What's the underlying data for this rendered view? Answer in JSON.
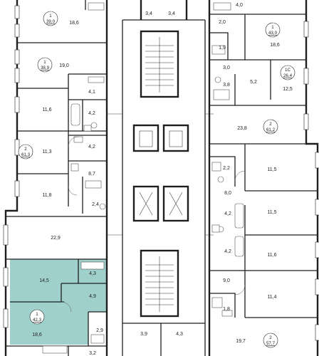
{
  "colors": {
    "highlight": "#9fd0cc",
    "wall": "#1e1e1e"
  },
  "apartments": [
    {
      "id": "apt-left-1",
      "number": "1",
      "area": "39,0"
    },
    {
      "id": "apt-left-2",
      "number": "1",
      "area": "38,9"
    },
    {
      "id": "apt-left-3",
      "number": "2",
      "area": "61,3"
    },
    {
      "id": "apt-left-4",
      "number": "1",
      "area": "42,3",
      "highlighted": true
    },
    {
      "id": "apt-right-1",
      "number": "1",
      "area": "43,0"
    },
    {
      "id": "apt-right-2",
      "number": "1С",
      "area": "26,4"
    },
    {
      "id": "apt-right-3",
      "number": "2",
      "area": "61,2"
    },
    {
      "id": "apt-right-4",
      "number": "2",
      "area": "57,7"
    }
  ],
  "rooms": [
    "18,6",
    "19,0",
    "4,1",
    "11,6",
    "4,2",
    "4,2",
    "11,3",
    "8,7",
    "11,8",
    "2,4",
    "22,9",
    "14,5",
    "4,3",
    "4,9",
    "18,6",
    "2,9",
    "3,2",
    "3,4",
    "3,4",
    "3,9",
    "4,3",
    "4,0",
    "2,0",
    "18,6",
    "1,9",
    "3,0",
    "3,8",
    "5,2",
    "12,5",
    "23,8",
    "2,2",
    "11,5",
    "8,0",
    "4,2",
    "11,5",
    "4,2",
    "11,6",
    "9,0",
    "11,4",
    "1,8",
    "19,7"
  ]
}
